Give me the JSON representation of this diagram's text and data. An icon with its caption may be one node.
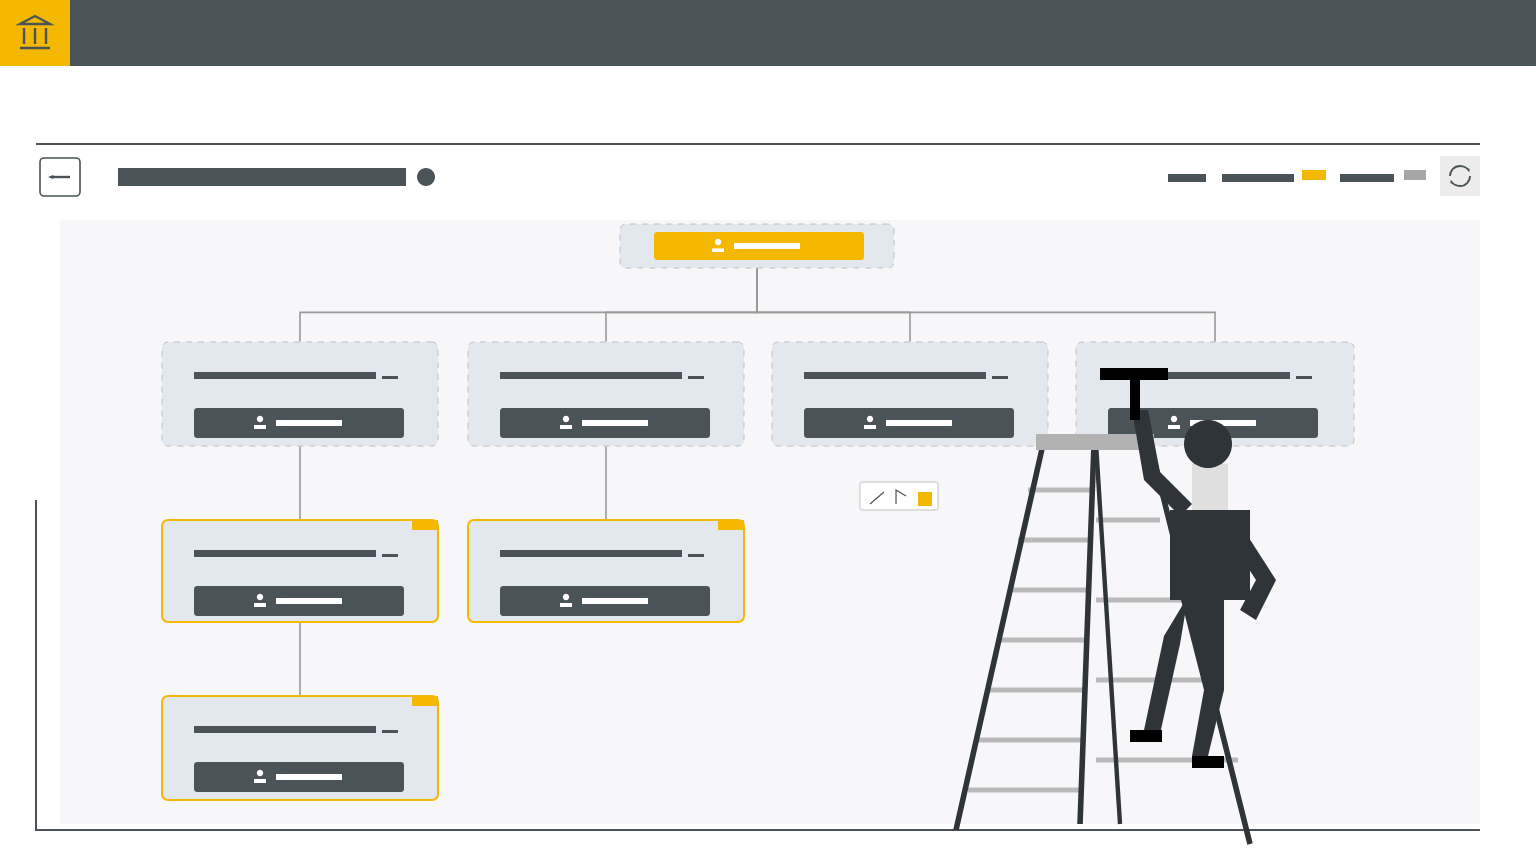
{
  "diagram": {
    "nodes": [
      {
        "text": [],
        "shape": "box"
      },
      {
        "text": [],
        "shape": "box"
      },
      {
        "text": [],
        "shape": "box"
      },
      {
        "text": [],
        "shape": "box"
      },
      {
        "text": [],
        "shape": "box"
      },
      {
        "text": [],
        "shape": "box"
      },
      {
        "text": [],
        "shape": "box"
      },
      {
        "text": [],
        "shape": "box"
      }
    ],
    "edges": [
      {
        "from": 0,
        "to": 1,
        "arrow": "none"
      },
      {
        "from": 0,
        "to": 2,
        "arrow": "none"
      },
      {
        "from": 0,
        "to": 3,
        "arrow": "none"
      },
      {
        "from": 0,
        "to": 4,
        "arrow": "none"
      },
      {
        "from": 1,
        "to": 5,
        "arrow": "none"
      },
      {
        "from": 2,
        "to": 6,
        "arrow": "none"
      },
      {
        "from": 5,
        "to": 7,
        "arrow": "none"
      }
    ]
  }
}
